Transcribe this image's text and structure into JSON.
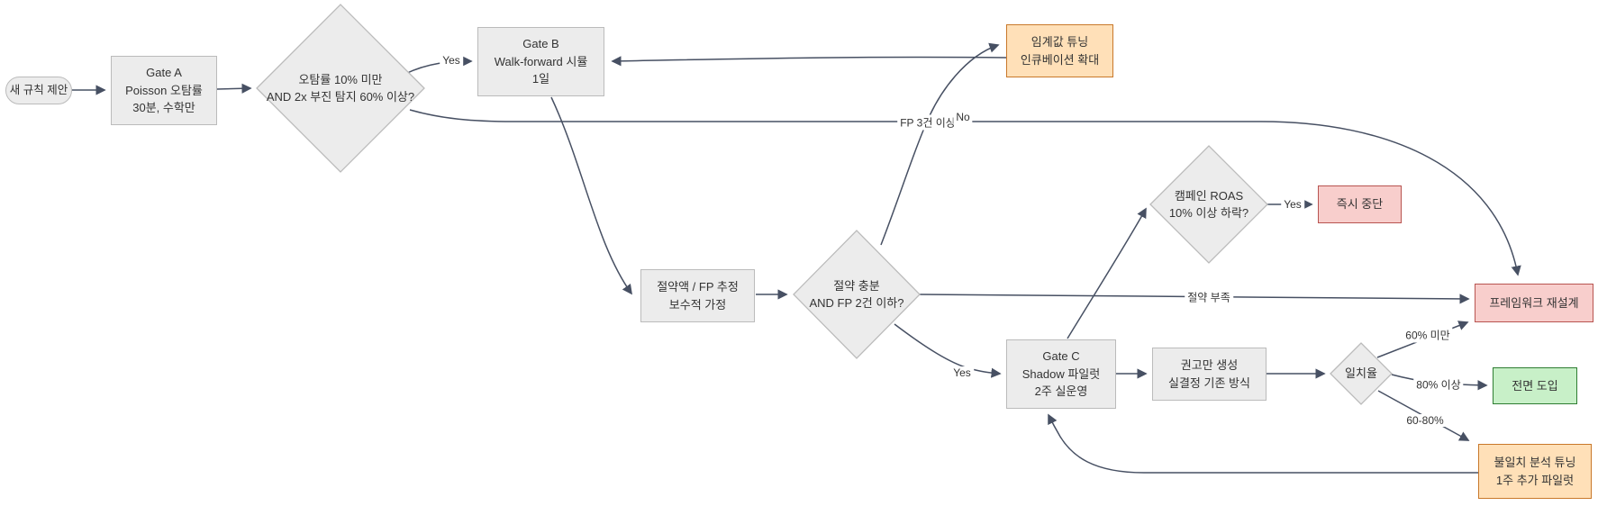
{
  "colors": {
    "node_fill": "#ececec",
    "node_border": "#bbbbbb",
    "edge": "#475063",
    "text": "#333333",
    "warning_fill": "#ffe0b8",
    "warning_border": "#c9782a",
    "danger_fill": "#f8cecc",
    "danger_border": "#b85450",
    "success_fill": "#c8f0c8",
    "success_border": "#2e7d32"
  },
  "nodes": {
    "start": {
      "label": "새 규칙 제안"
    },
    "gate_a": {
      "lines": [
        "Gate A",
        "Poisson 오탐률",
        "30분, 수학만"
      ]
    },
    "decision_falsepos": {
      "lines": [
        "오탐률 10% 미만",
        "AND 2x 부진 탐지 60% 이상?"
      ]
    },
    "gate_b": {
      "lines": [
        "Gate B",
        "Walk-forward 시뮬",
        "1일"
      ]
    },
    "threshold_tuning": {
      "lines": [
        "임계값 튜닝",
        "인큐베이션 확대"
      ]
    },
    "estimate": {
      "lines": [
        "절약액 / FP 추정",
        "보수적 가정"
      ]
    },
    "decision_savings": {
      "lines": [
        "절약 충분",
        "AND FP 2건 이하?"
      ]
    },
    "decision_roas": {
      "lines": [
        "캠페인 ROAS",
        "10% 이상 하락?"
      ]
    },
    "halt": {
      "label": "즉시 중단"
    },
    "redesign": {
      "label": "프레임워크 재설계"
    },
    "gate_c": {
      "lines": [
        "Gate C",
        "Shadow 파일럿",
        "2주 실운영"
      ]
    },
    "recommend_only": {
      "lines": [
        "권고만 생성",
        "실결정 기존 방식"
      ]
    },
    "decision_agreement": {
      "label": "일치율"
    },
    "full_rollout": {
      "label": "전면 도입"
    },
    "mismatch_tuning": {
      "lines": [
        "불일치 분석 튜닝",
        "1주 추가 파일럿"
      ]
    }
  },
  "edge_labels": {
    "decision1_yes": "Yes",
    "decision1_no": "No",
    "fp_over_3": "FP 3건 이상",
    "savings_short": "절약 부족",
    "decision2_yes": "Yes",
    "roas_yes": "Yes",
    "agreement_lt_60": "60% 미만",
    "agreement_ge_80": "80% 이상",
    "agreement_60_80": "60-80%"
  }
}
